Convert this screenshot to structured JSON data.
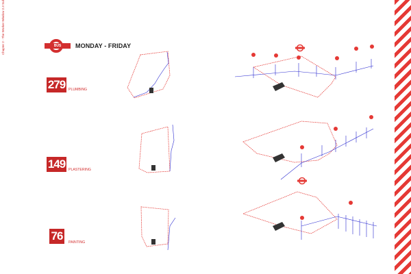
{
  "side_label": "Chapter 2 - The Worker Window\n2.3 Sub-essential Spaces",
  "header": {
    "roundel_text": "BUS",
    "title": "MONDAY - FRIDAY"
  },
  "rows": [
    {
      "count": "279",
      "trade": "PLUMBING"
    },
    {
      "count": "149",
      "trade": "PLASTERING"
    },
    {
      "count": "76",
      "trade": "PAINTING"
    }
  ],
  "colors": {
    "accent": "#d32f2f",
    "box": "#c62828",
    "route": "#2a2ad0",
    "outline": "#e53935"
  }
}
